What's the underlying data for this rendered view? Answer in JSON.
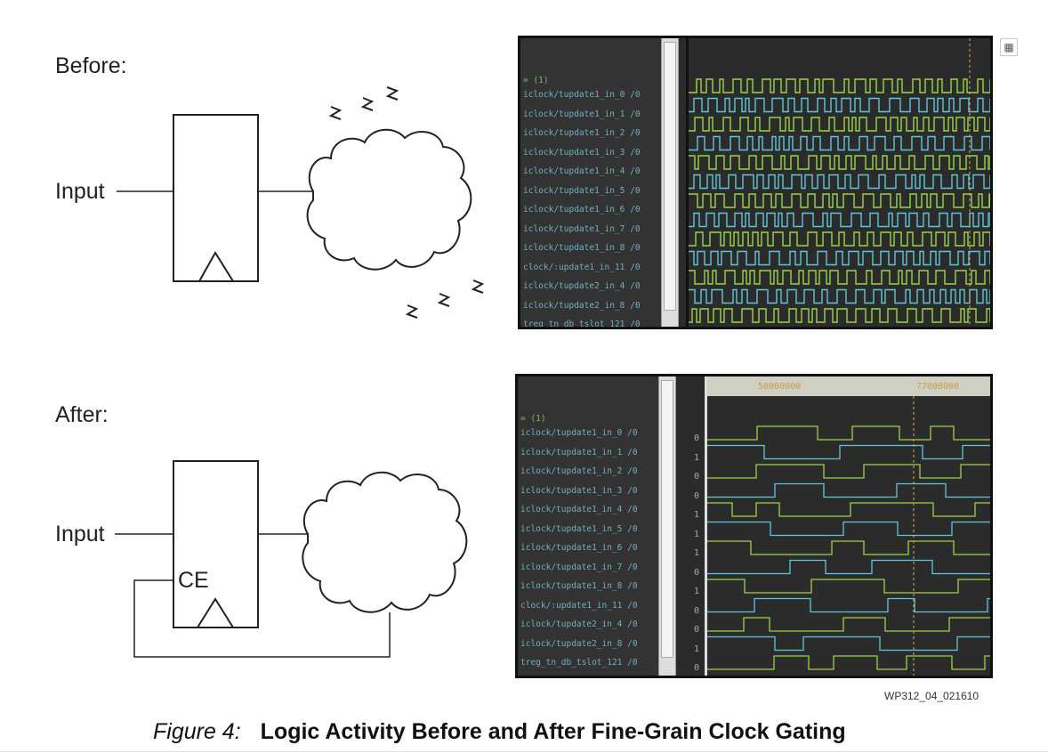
{
  "before": {
    "heading": "Before:",
    "input_label": "Input"
  },
  "after": {
    "heading": "After:",
    "input_label": "Input",
    "ce_label": "CE"
  },
  "waveform_before": {
    "group_label": "= (1)",
    "signals": [
      "iclock/tupdate1_in_0 /0",
      "iclock/tupdate1_in_1 /0",
      "iclock/tupdate1_in_2 /0",
      "iclock/tupdate1_in_3 /0",
      "iclock/tupdate1_in_4 /0",
      "iclock/tupdate1_in_5 /0",
      "iclock/tupdate1_in_6 /0",
      "iclock/tupdate1_in_7 /0",
      "iclock/tupdate1_in_8 /0",
      "clock/:update1_in_11 /0",
      "iclock/tupdate2_in_4 /0",
      "iclock/tupdate2_in_8 /0",
      "treg_tn_db_tslot_121 /0"
    ]
  },
  "waveform_after": {
    "group_label": "= (1)",
    "header_markers": [
      "50000000",
      "77000000"
    ],
    "signals": [
      {
        "name": "iclock/tupdate1_in_0 /0",
        "value": "0"
      },
      {
        "name": "iclock/tupdate1_in_1 /0",
        "value": "1"
      },
      {
        "name": "iclock/tupdate1_in_2 /0",
        "value": "0"
      },
      {
        "name": "iclock/tupdate1_in_3 /0",
        "value": "0"
      },
      {
        "name": "iclock/tupdate1_in_4 /0",
        "value": "1"
      },
      {
        "name": "iclock/tupdate1_in_5 /0",
        "value": "1"
      },
      {
        "name": "iclock/tupdate1_in_6 /0",
        "value": "1"
      },
      {
        "name": "iclock/tupdate1_in_7 /0",
        "value": "0"
      },
      {
        "name": "iclock/tupdate1_in_8 /0",
        "value": "1"
      },
      {
        "name": "clock/:update1_in_11 /0",
        "value": "0"
      },
      {
        "name": "iclock/tupdate2_in_4 /0",
        "value": "0"
      },
      {
        "name": "iclock/tupdate2_in_8 /0",
        "value": "1"
      },
      {
        "name": "treg_tn_db_tslot_121 /0",
        "value": "0"
      }
    ]
  },
  "figure_id": "WP312_04_021610",
  "caption": {
    "number": "Figure 4:",
    "title": "Logic Activity Before and After Fine-Grain Clock Gating"
  },
  "colors": {
    "wave_green": "#9ad44a",
    "wave_cyan": "#5fc6d8",
    "wave_bg": "#2e2e2e",
    "marker": "#d8b04a"
  }
}
